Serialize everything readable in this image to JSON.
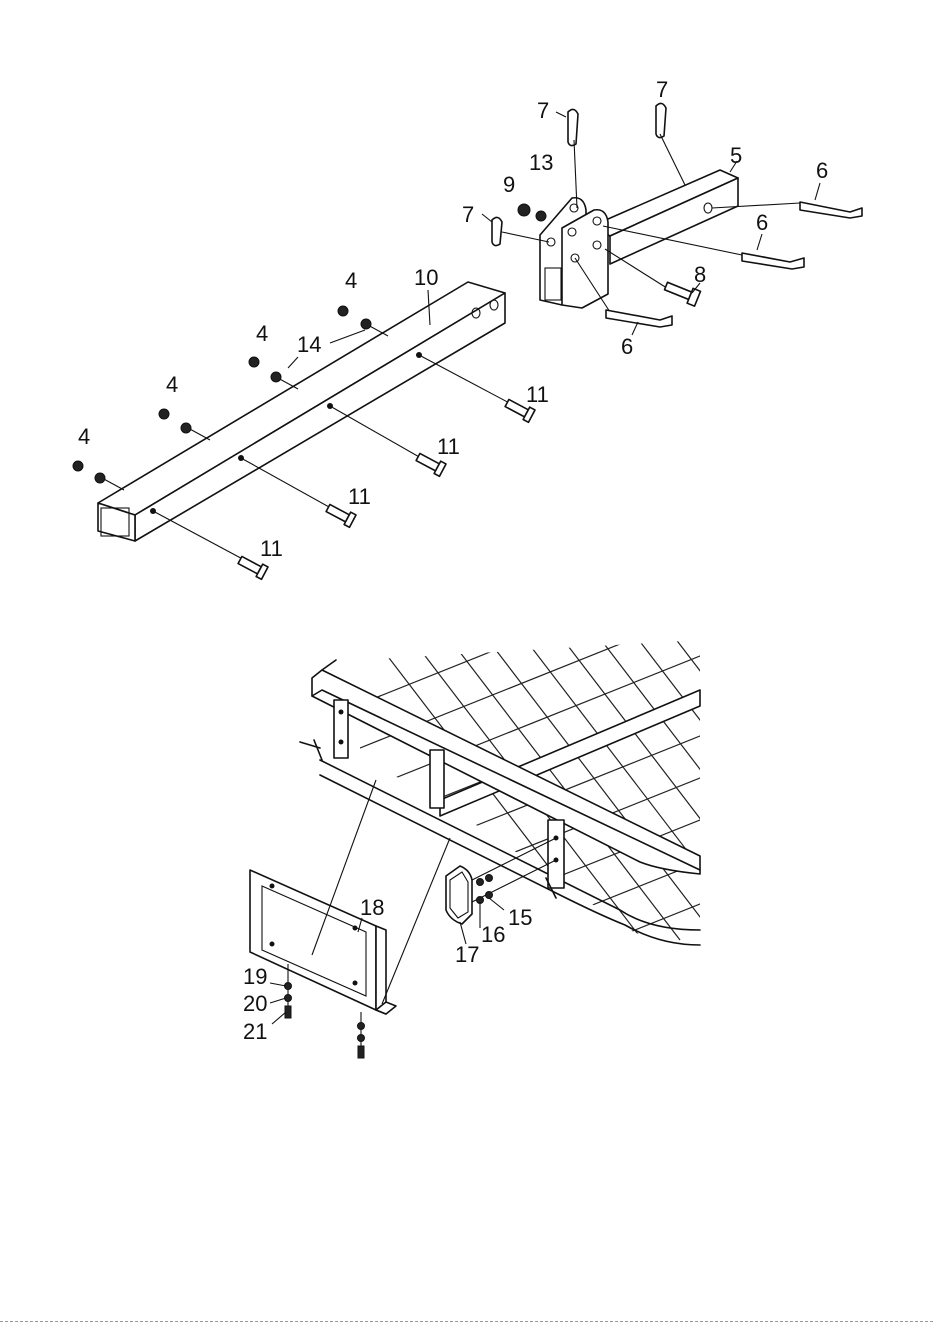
{
  "top_diagram": {
    "labels": {
      "p4a": "4",
      "p4b": "4",
      "p4c": "4",
      "p4d": "4",
      "p5": "5",
      "p6a": "6",
      "p6b": "6",
      "p6c": "6",
      "p7a": "7",
      "p7b": "7",
      "p7c": "7",
      "p8": "8",
      "p9": "9",
      "p10": "10",
      "p11a": "11",
      "p11b": "11",
      "p11c": "11",
      "p11d": "11",
      "p13": "13",
      "p14": "14"
    }
  },
  "bottom_diagram": {
    "labels": {
      "p15": "15",
      "p16": "16",
      "p17": "17",
      "p18": "18",
      "p19": "19",
      "p20": "20",
      "p21": "21"
    }
  }
}
